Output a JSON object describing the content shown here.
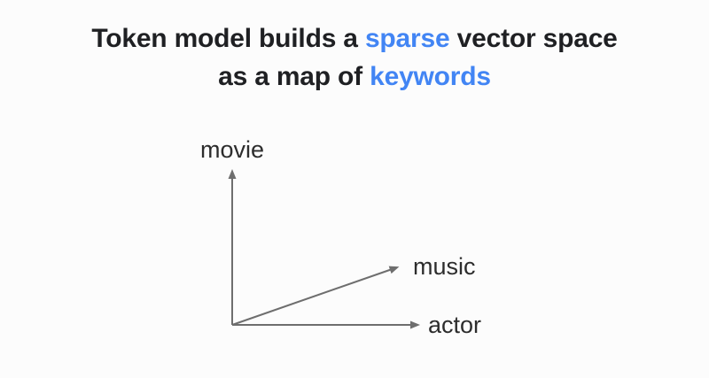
{
  "background_color": "#fcfcfc",
  "accent_color": "#4285f4",
  "arrow_color": "#6e6e6e",
  "title": {
    "line1_part1": "Token model builds a ",
    "line1_highlight": "sparse",
    "line1_part2": " vector space",
    "line2_part1": "as a map of ",
    "line2_highlight": "keywords"
  },
  "diagram": {
    "axes": [
      {
        "label": "movie",
        "direction": "up"
      },
      {
        "label": "music",
        "direction": "up-right"
      },
      {
        "label": "actor",
        "direction": "right"
      }
    ]
  }
}
